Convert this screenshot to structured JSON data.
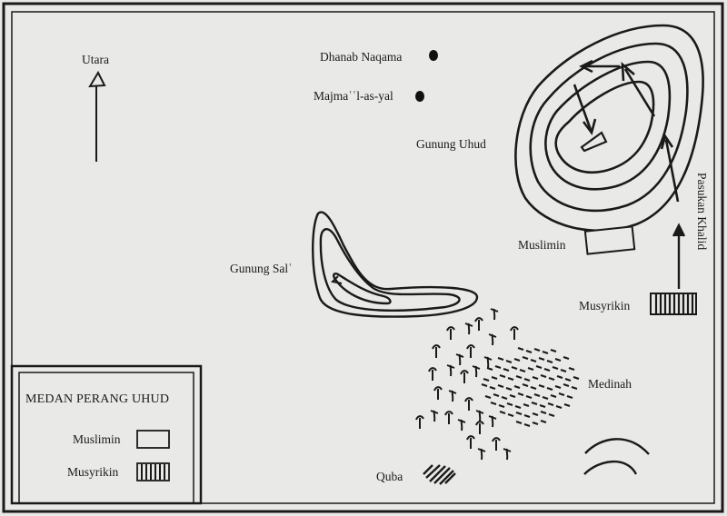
{
  "map": {
    "north_label": "Utara",
    "places": {
      "dhanab": "Dhanab Naqama",
      "majma": "Majmaʿʿl-as-yal",
      "uhud": "Gunung Uhud",
      "sal": "Gunung Salʿ",
      "medinah": "Medinah",
      "quba": "Quba"
    },
    "forces": {
      "muslimin": "Muslimin",
      "musyrikin": "Musyrikin",
      "khalid": "Pasukan Khalid"
    },
    "legend": {
      "title": "MEDAN PERANG UHUD",
      "muslimin": "Muslimin",
      "musyrikin": "Musyrikin"
    },
    "colors": {
      "ink": "#1a1a1a",
      "paper": "#e9e9e7"
    }
  }
}
